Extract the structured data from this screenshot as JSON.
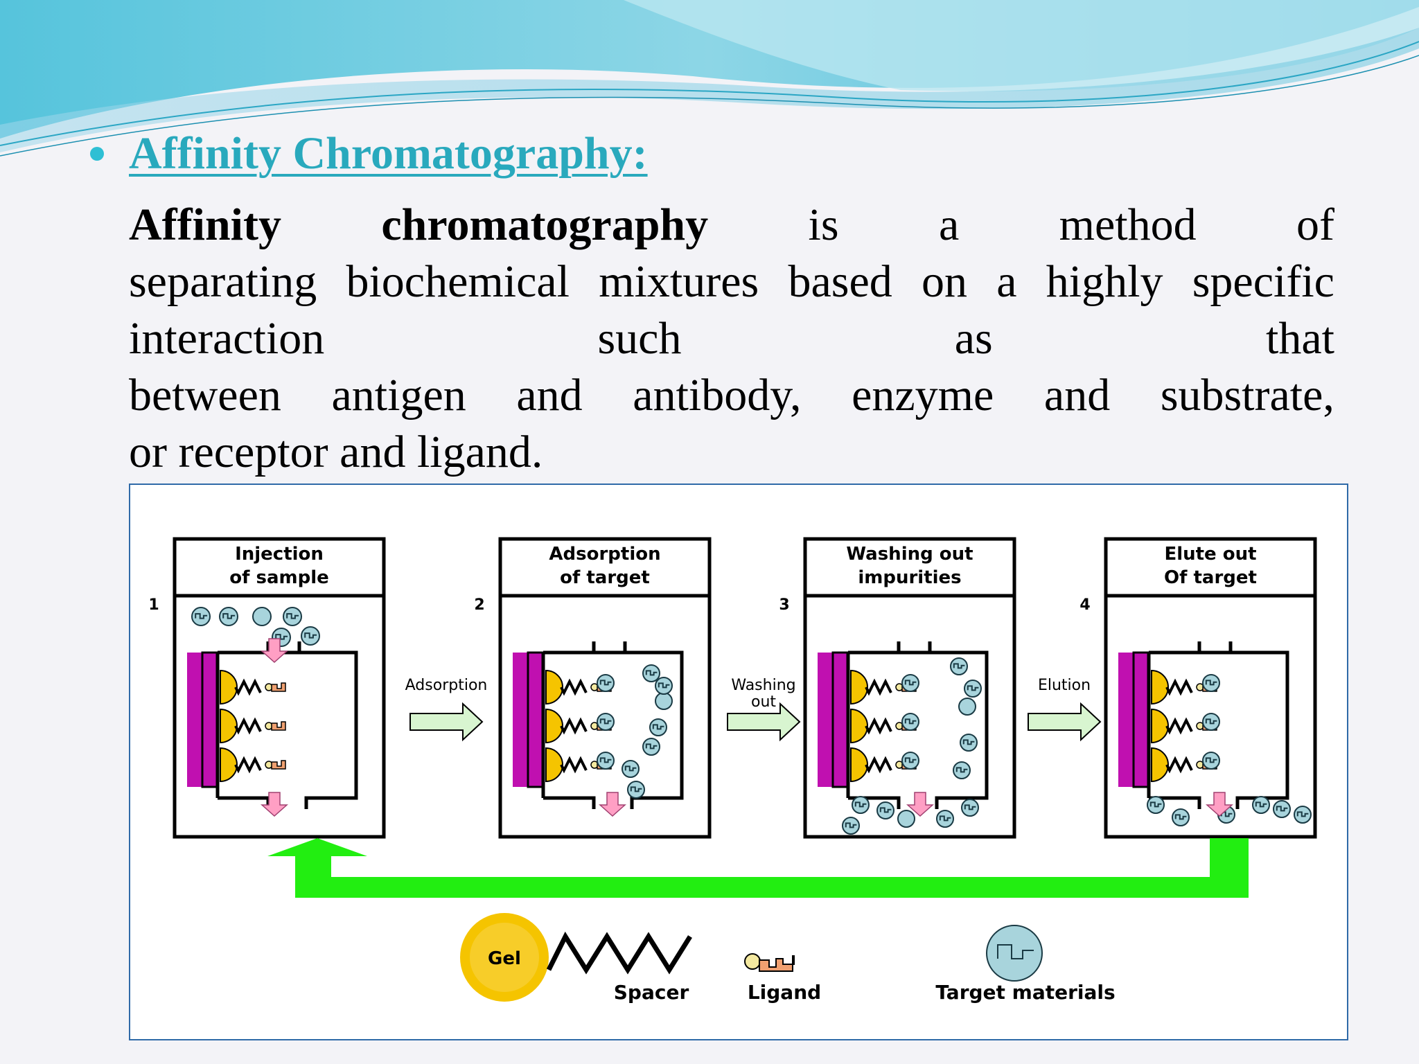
{
  "slide": {
    "heading": "Affinity Chromatography:",
    "paragraph_lines": [
      [
        {
          "text": "Affinity",
          "bold": true
        },
        {
          "text": "chromatography",
          "bold": true
        },
        {
          "text": "is"
        },
        {
          "text": "a"
        },
        {
          "text": "method"
        },
        {
          "text": "of"
        }
      ],
      [
        {
          "text": "separating"
        },
        {
          "text": "biochemical"
        },
        {
          "text": "mixtures"
        },
        {
          "text": "based"
        },
        {
          "text": "on"
        },
        {
          "text": "a"
        },
        {
          "text": "highly"
        },
        {
          "text": "specific"
        }
      ],
      [
        {
          "text": "interaction"
        },
        {
          "text": "such"
        },
        {
          "text": "as"
        },
        {
          "text": "that"
        }
      ],
      [
        {
          "text": "between"
        },
        {
          "text": "antigen"
        },
        {
          "text": "and"
        },
        {
          "text": "antibody,"
        },
        {
          "text": "enzyme"
        },
        {
          "text": "and"
        },
        {
          "text": "substrate,"
        }
      ],
      [
        {
          "text": "or receptor and ligand."
        }
      ]
    ]
  },
  "diagram": {
    "steps": [
      {
        "number": "1",
        "title_line1": "Injection",
        "title_line2": "of sample"
      },
      {
        "number": "2",
        "title_line1": "Adsorption",
        "title_line2": "of target"
      },
      {
        "number": "3",
        "title_line1": "Washing out",
        "title_line2": "impurities"
      },
      {
        "number": "4",
        "title_line1": "Elute out",
        "title_line2": "Of target"
      }
    ],
    "arrows": [
      {
        "label_line1": "Adsorption",
        "label_line2": ""
      },
      {
        "label_line1": "Washing",
        "label_line2": "out"
      },
      {
        "label_line1": "Elution",
        "label_line2": ""
      }
    ],
    "legend": {
      "gel": "Gel",
      "spacer": "Spacer",
      "ligand": "Ligand",
      "target": "Target materials"
    },
    "colors": {
      "gel": "#f5c400",
      "gel_bar": "#c010b0",
      "ligand": "#f0a070",
      "target": "#a8d4dc",
      "flow_arrow": "#ff9fc4",
      "step_arrow": "#d8f5d0",
      "recycle": "#22ee11",
      "figure_border": "#2f6aa8"
    }
  }
}
